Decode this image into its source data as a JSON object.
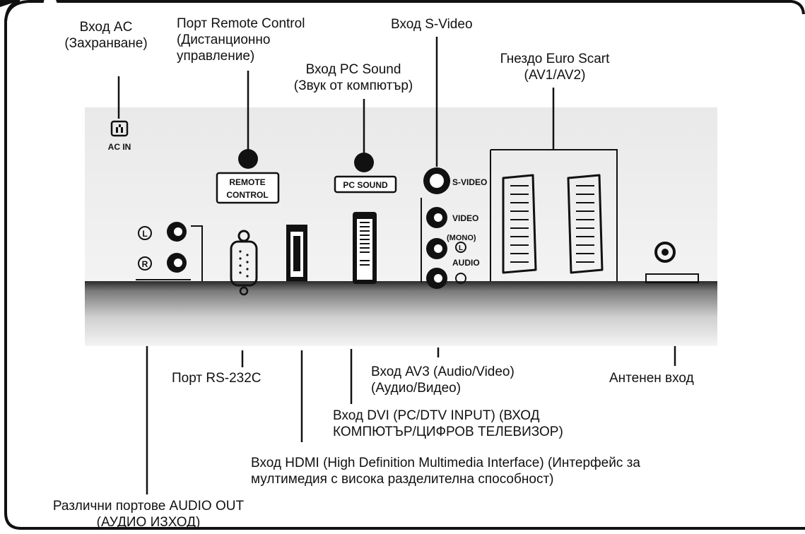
{
  "labels": {
    "ac_input": [
      "Вход AC",
      "(Захранване)"
    ],
    "remote_control": [
      "Порт Remote Control",
      "(Дистанционно",
      "управление)"
    ],
    "pc_sound": [
      "Вход PC Sound",
      "(Звук от компютър)"
    ],
    "s_video": [
      "Вход S-Video"
    ],
    "euro_scart": [
      "Гнездо Euro Scart",
      "(AV1/AV2)"
    ],
    "rs232": [
      "Порт RS-232C"
    ],
    "av3": [
      "Вход AV3 (Audio/Video)",
      "(Аудио/Видео)"
    ],
    "antenna": [
      "Антенен вход"
    ],
    "dvi": [
      "Вход DVI (PC/DTV INPUT) (ВХОД",
      "КОМПЮТЪР/ЦИФРОВ ТЕЛЕВИЗОР)"
    ],
    "hdmi": [
      "Вход HDMI (High Definition Multimedia Interface) (Интерфейс за",
      "мултимедия с висока разделителна способност)"
    ],
    "audio_out": [
      "Различни портове AUDIO OUT",
      "(АУДИО ИЗХОД)"
    ]
  },
  "panel_markings": {
    "ac_in": "AC IN",
    "remote_control_1": "REMOTE",
    "remote_control_2": "CONTROL",
    "pc_sound": "PC SOUND",
    "s_video": "S-VIDEO",
    "video": "VIDEO",
    "mono": "(MONO)",
    "audio": "AUDIO",
    "left": "L",
    "right": "R"
  }
}
